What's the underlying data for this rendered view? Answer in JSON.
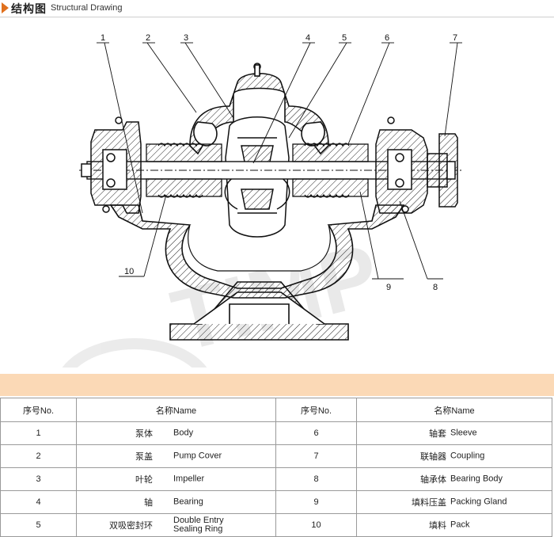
{
  "header": {
    "title_cn": "结构图",
    "title_en": "Structural Drawing"
  },
  "drawing": {
    "callouts": [
      "1",
      "2",
      "3",
      "4",
      "5",
      "6",
      "7",
      "8",
      "9",
      "10"
    ],
    "watermark": "TIMP"
  },
  "table": {
    "headers": {
      "no": "序号No.",
      "name": "名称Name"
    },
    "rows": [
      {
        "left": {
          "no": "1",
          "cn": "泵体",
          "en": "Body"
        },
        "right": {
          "no": "6",
          "cn": "轴套",
          "en": "Sleeve"
        }
      },
      {
        "left": {
          "no": "2",
          "cn": "泵盖",
          "en": "Pump Cover"
        },
        "right": {
          "no": "7",
          "cn": "联轴器",
          "en": "Coupling"
        }
      },
      {
        "left": {
          "no": "3",
          "cn": "叶轮",
          "en": "Impeller"
        },
        "right": {
          "no": "8",
          "cn": "轴承体",
          "en": "Bearing Body"
        }
      },
      {
        "left": {
          "no": "4",
          "cn": "轴",
          "en": "Bearing"
        },
        "right": {
          "no": "9",
          "cn": "填料压盖",
          "en": "Packing Gland"
        }
      },
      {
        "left": {
          "no": "5",
          "cn": "双吸密封环",
          "en": "Double Entry Sealing Ring"
        },
        "right": {
          "no": "10",
          "cn": "填料",
          "en": "Pack"
        }
      }
    ]
  },
  "colors": {
    "accent": "#e0701d",
    "band": "#fbd9b6"
  }
}
